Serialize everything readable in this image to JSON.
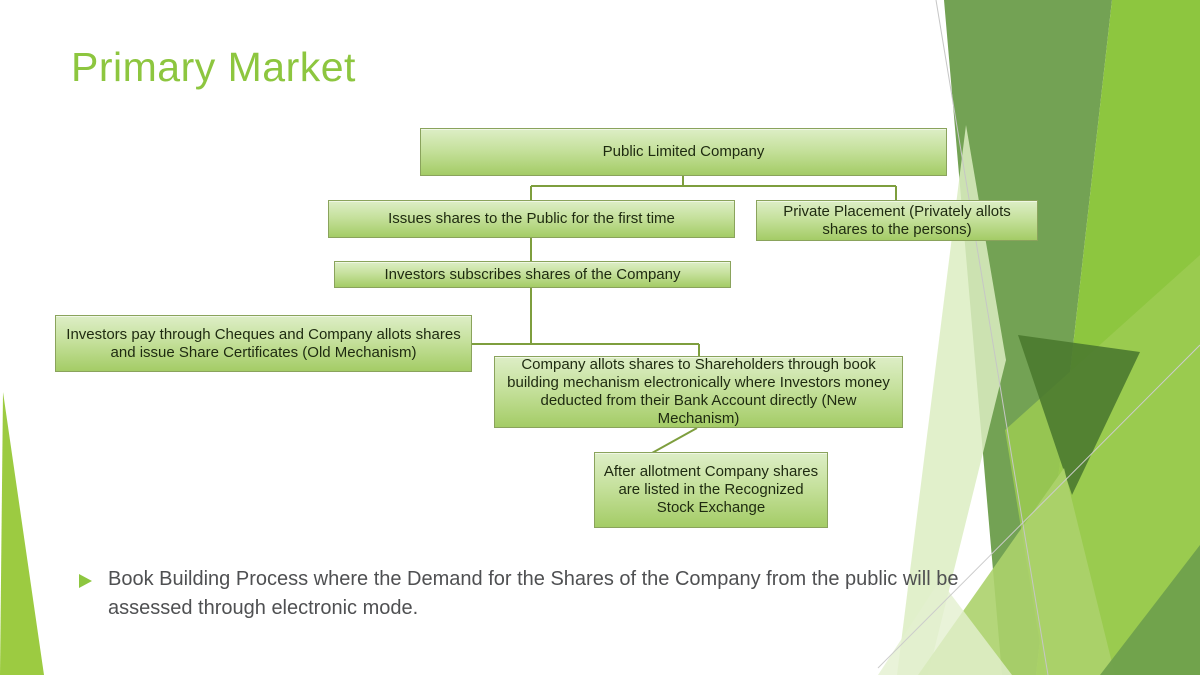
{
  "slide": {
    "title": "Primary Market",
    "bullet": {
      "text": "Book Building Process where the Demand for the Shares of the Company from the public will be assessed through electronic mode."
    }
  },
  "flowchart": {
    "nodes": [
      {
        "id": "public-limited-company",
        "label": "Public Limited Company"
      },
      {
        "id": "issues-shares",
        "label": "Issues shares to the Public for the first time"
      },
      {
        "id": "private-placement",
        "label": "Private Placement (Privately allots shares to the persons)"
      },
      {
        "id": "investors-subscribe",
        "label": "Investors subscribes shares of the Company"
      },
      {
        "id": "old-mechanism",
        "label": "Investors pay through Cheques and Company allots shares and issue Share Certificates (Old Mechanism)"
      },
      {
        "id": "new-mechanism",
        "label": "Company allots shares to Shareholders through book building mechanism electronically where Investors money deducted from their Bank Account directly (New Mechanism)"
      },
      {
        "id": "listed-exchange",
        "label": "After allotment Company shares are listed in the Recognized Stock Exchange"
      }
    ]
  },
  "colors": {
    "title_green": "#8DC63F",
    "box_gradient_top": "#DDEEC6",
    "box_gradient_bottom": "#A4CC66",
    "box_border": "#8AA35C",
    "box_text": "#1E2A10",
    "connector": "#7E9E3E",
    "body_text": "#4F5052",
    "bullet_marker": "#8DC63F",
    "facet_sage": "#73A254",
    "facet_bright": "#8DC63F",
    "facet_light": "#ACD26C",
    "facet_pale": "#DCEDC2",
    "facet_dark": "#4B7A2F"
  }
}
